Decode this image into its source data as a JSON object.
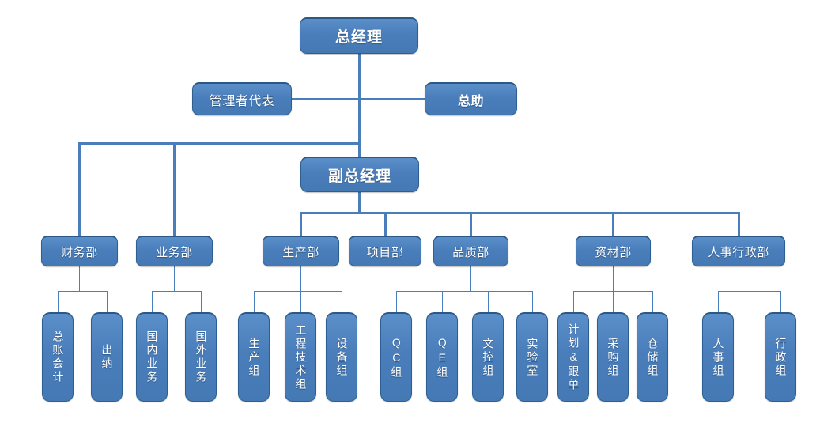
{
  "chart": {
    "type": "org-chart",
    "title": "",
    "orientation": "top-down",
    "accent_color": "#4a7ebb",
    "border_color": "#2e5f92",
    "text_color": "#ffffff",
    "background": "#ffffff"
  },
  "nodes": {
    "general_manager": "总经理",
    "management_representative": "管理者代表",
    "general_assistant": "总助",
    "deputy_general_manager": "副总经理",
    "departments": [
      {
        "id": "finance",
        "label": "财务部"
      },
      {
        "id": "business",
        "label": "业务部"
      },
      {
        "id": "production",
        "label": "生产部"
      },
      {
        "id": "project",
        "label": "项目部"
      },
      {
        "id": "quality",
        "label": "品质部"
      },
      {
        "id": "materials",
        "label": "资材部"
      },
      {
        "id": "hr_admin",
        "label": "人事行政部"
      }
    ],
    "teams": [
      {
        "id": "general-ledger-accounting",
        "parent": "finance",
        "label": "总账会计"
      },
      {
        "id": "cashier",
        "parent": "finance",
        "label": "出纳"
      },
      {
        "id": "domestic-business",
        "parent": "business",
        "label": "国内业务"
      },
      {
        "id": "overseas-business",
        "parent": "business",
        "label": "国外业务"
      },
      {
        "id": "production-team",
        "parent": "production",
        "label": "生产组"
      },
      {
        "id": "engineering-tech-team",
        "parent": "production",
        "label": "工程技术组"
      },
      {
        "id": "equipment-team",
        "parent": "production",
        "label": "设备组"
      },
      {
        "id": "qc-team",
        "parent": "quality",
        "label": "QC组"
      },
      {
        "id": "qe-team",
        "parent": "quality",
        "label": "QE组"
      },
      {
        "id": "document-control-team",
        "parent": "quality",
        "label": "文控组"
      },
      {
        "id": "laboratory",
        "parent": "quality",
        "label": "实验室"
      },
      {
        "id": "planning-and-merchandising",
        "parent": "materials",
        "label": "计划&跟单"
      },
      {
        "id": "purchasing-team",
        "parent": "materials",
        "label": "采购组"
      },
      {
        "id": "warehouse-team",
        "parent": "materials",
        "label": "仓储组"
      },
      {
        "id": "hr-team",
        "parent": "hr_admin",
        "label": "人事组"
      },
      {
        "id": "admin-team",
        "parent": "hr_admin",
        "label": "行政组"
      }
    ]
  }
}
